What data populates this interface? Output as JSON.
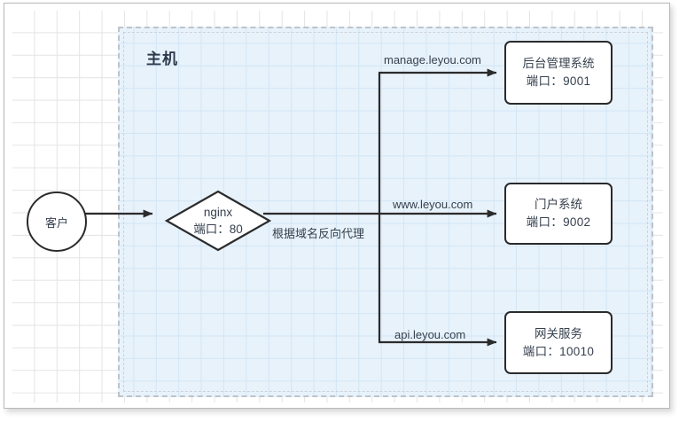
{
  "diagram": {
    "container": {
      "title": "主机"
    },
    "nodes": [
      {
        "id": "client",
        "shape": "circle",
        "label": "客户"
      },
      {
        "id": "nginx",
        "shape": "diamond",
        "line1": "nginx",
        "line2": "端口：80"
      },
      {
        "id": "admin",
        "shape": "rect",
        "line1": "后台管理系统",
        "line2": "端口：9001"
      },
      {
        "id": "portal",
        "shape": "rect",
        "line1": "门户系统",
        "line2": "端口：9002"
      },
      {
        "id": "gateway",
        "shape": "rect",
        "line1": "网关服务",
        "line2": "端口：10010"
      }
    ],
    "edges": [
      {
        "id": "client-to-nginx",
        "label": ""
      },
      {
        "id": "nginx-to-trunk",
        "label": "根据域名反向代理"
      },
      {
        "id": "trunk-to-admin",
        "label": "manage.leyou.com"
      },
      {
        "id": "trunk-to-portal",
        "label": "www.leyou.com"
      },
      {
        "id": "trunk-to-gateway",
        "label": "api.leyou.com"
      }
    ],
    "colors": {
      "container_fill": "#e7f2fb",
      "container_border": "#bfc3c9",
      "node_stroke": "#2b2b2b",
      "node_fill": "#ffffff",
      "text": "#36404e",
      "canvas_grid": "#e4e4e4"
    }
  }
}
